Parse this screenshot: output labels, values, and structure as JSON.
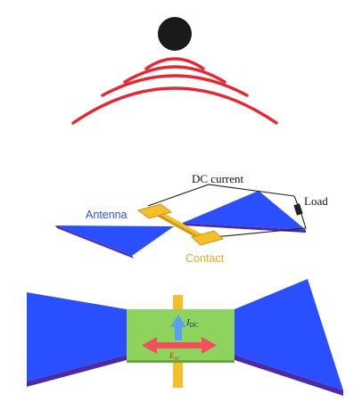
{
  "colors": {
    "source": "#1a1a1a",
    "waves": "#e8262f",
    "antenna_top": "#2a4fff",
    "antenna_edge": "#4b2aa8",
    "contact": "#f5bf2a",
    "contact_dark": "#c99410",
    "wire": "#222222",
    "channel": "#8fd35f",
    "current_arrow": "#5aa0f0",
    "field_arrow": "#f0515a",
    "antenna_label": "#2a4fff",
    "contact_label": "#e9a820",
    "field_label": "#d8262f"
  },
  "middle": {
    "dc_current_label": "DC current",
    "load_label": "Load",
    "antenna_label": "Antenna",
    "contact_label": "Contact"
  },
  "bottom": {
    "current_label_main": "I",
    "current_label_sub": "DC",
    "field_label_main": "E",
    "field_label_sub": "ac"
  }
}
